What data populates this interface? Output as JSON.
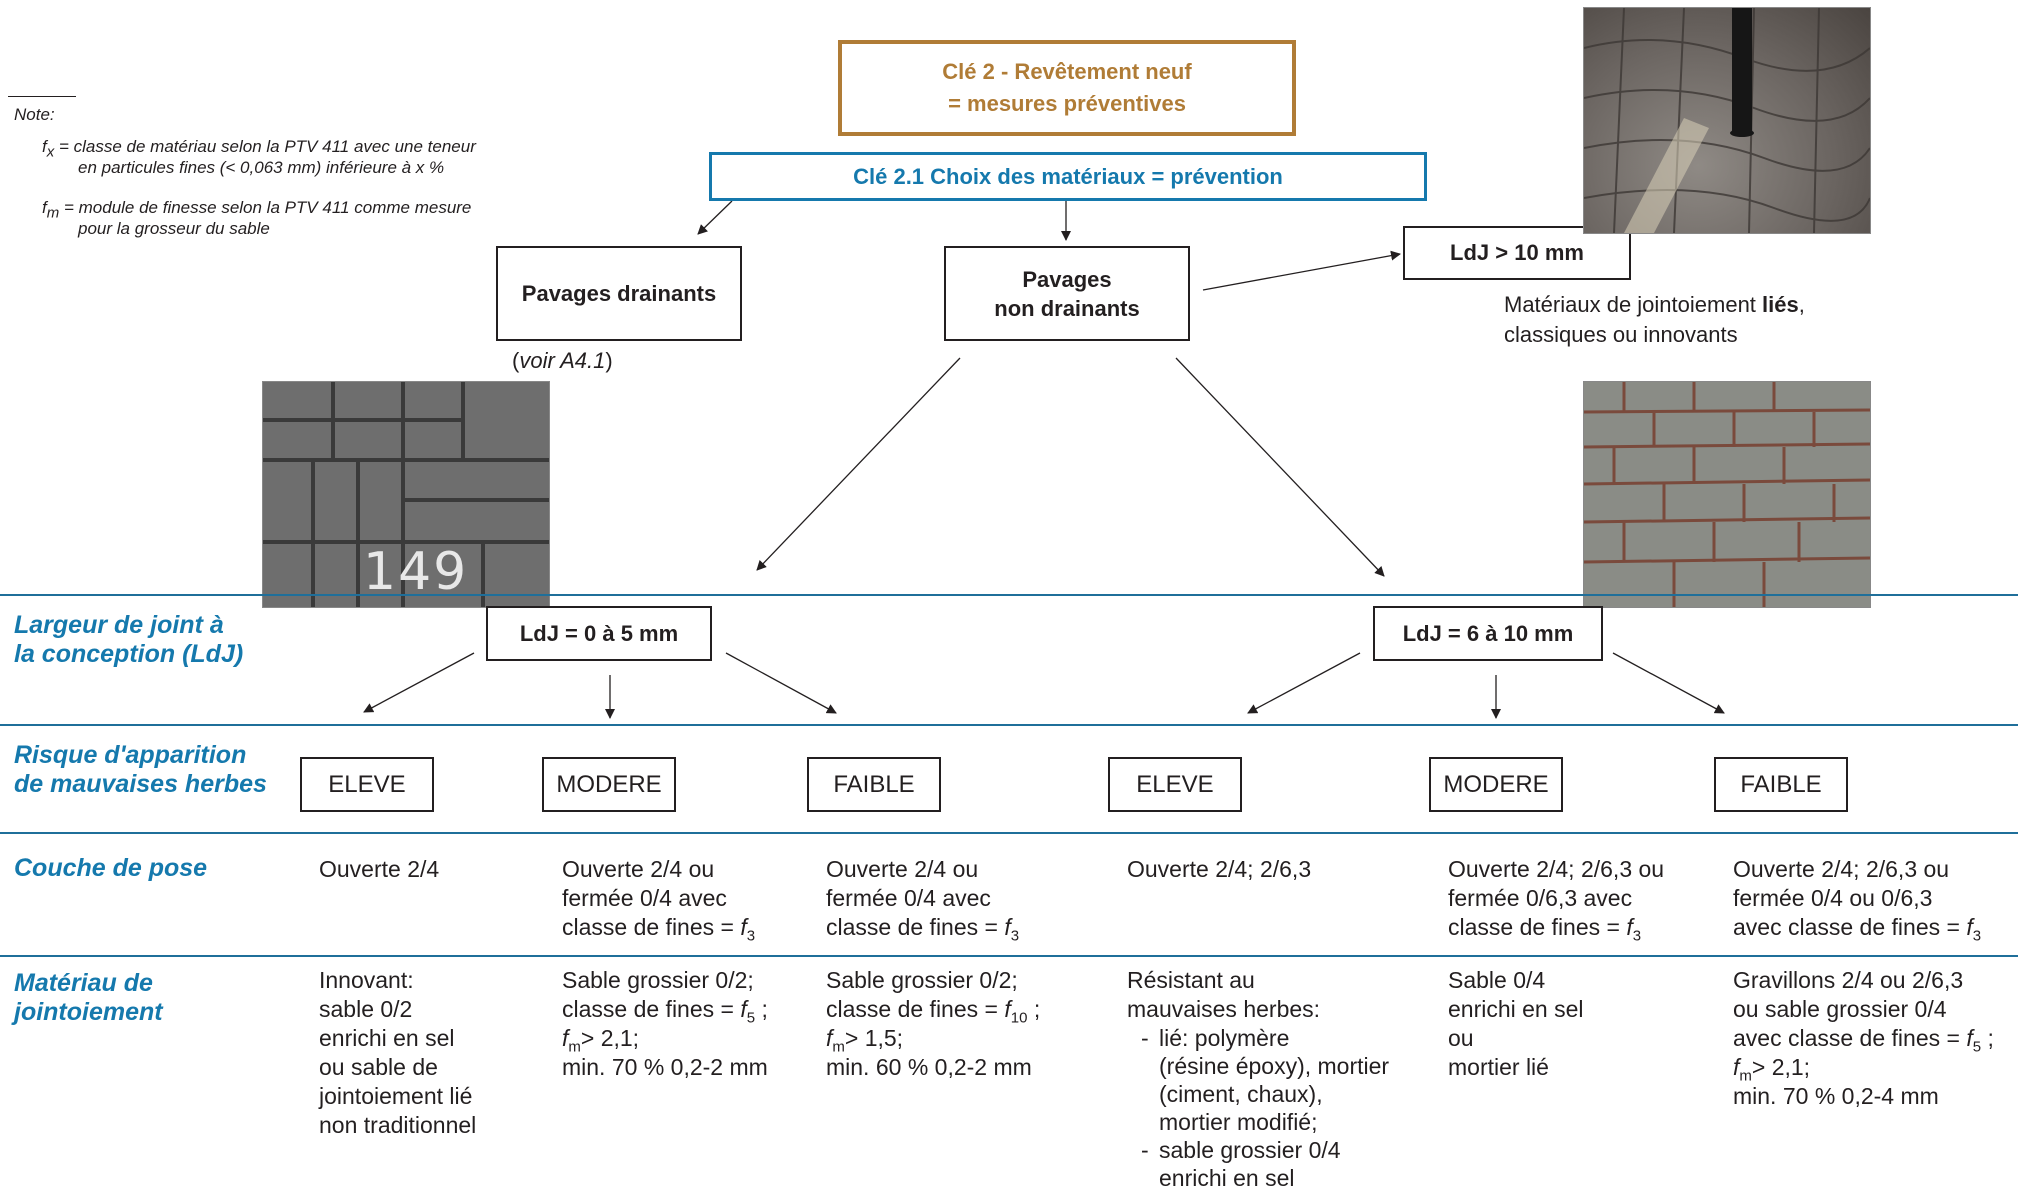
{
  "note": {
    "title": "Note:",
    "fx_line1": "= classe de matériau selon la  PTV 411 avec une teneur",
    "fx_line2": "en particules fines (< 0,063 mm) inférieure à x %",
    "fm_line1": "= module de finesse selon la  PTV 411 comme mesure",
    "fm_line2": "pour la grosseur du sable",
    "fx_symbol": "f",
    "fx_sub": "x",
    "fm_symbol": "f",
    "fm_sub": "m"
  },
  "header": {
    "key2_line1": "Clé 2 - Revêtement neuf",
    "key2_line2": "= mesures préventives",
    "key21": "Clé 2.1  Choix des matériaux = prévention"
  },
  "colors": {
    "key2_border": "#b07c36",
    "key2_text": "#b07c36",
    "key21_border": "#1579ad",
    "key21_text": "#1579ad",
    "section_line": "#1f6f9a",
    "row_label": "#1579ad"
  },
  "nodes": {
    "drainants": "Pavages drainants",
    "drainants_ref_open": "(",
    "drainants_ref_it": "voir A4.1",
    "drainants_ref_close": ")",
    "non_drainants_line1": "Pavages",
    "non_drainants_line2": "non drainants",
    "ldj_gt10": "LdJ > 10 mm",
    "ldj_gt10_desc_pre": "Matériaux de jointoiement ",
    "ldj_gt10_desc_bold": "liés",
    "ldj_gt10_desc_post": ",",
    "ldj_gt10_desc_line2": "classiques ou innovants",
    "ldj_0_5": "LdJ = 0 à 5 mm",
    "ldj_6_10": "LdJ = 6 à 10 mm",
    "photo_chalk": "149"
  },
  "rows": {
    "largeur_line1": "Largeur de joint à",
    "largeur_line2": "la conception (LdJ)",
    "risque_line1": "Risque d'apparition",
    "risque_line2": "de mauvaises herbes",
    "couche": "Couche de pose",
    "materiau_line1": "Matériau de",
    "materiau_line2": "jointoiement"
  },
  "risks": [
    "ELEVE",
    "MODERE",
    "FAIBLE",
    "ELEVE",
    "MODERE",
    "FAIBLE"
  ],
  "couche": {
    "c1": "Ouverte 2/4",
    "c2_l1": "Ouverte 2/4 ou",
    "c2_l2": "fermée 0/4 avec",
    "c2_l3": "classe de fines = ",
    "c2_f": "f",
    "c2_sub": "3",
    "c3_l1": "Ouverte 2/4 ou",
    "c3_l2": "fermée 0/4 avec",
    "c3_l3": "classe de fines = ",
    "c3_f": "f",
    "c3_sub": "3",
    "c4": "Ouverte 2/4; 2/6,3",
    "c5_l1": "Ouverte 2/4; 2/6,3 ou",
    "c5_l2": "fermée 0/6,3 avec",
    "c5_l3": "classe de fines = ",
    "c5_f": "f",
    "c5_sub": "3",
    "c6_l1": "Ouverte 2/4; 2/6,3 ou",
    "c6_l2": "fermée 0/4 ou 0/6,3",
    "c6_l3": "avec classe de fines = ",
    "c6_f": "f",
    "c6_sub": "3"
  },
  "materiau": {
    "m1": [
      "Innovant:",
      "sable 0/2",
      "enrichi en sel",
      "ou sable de",
      "jointoiement lié",
      "non traditionnel"
    ],
    "m2_l1": "Sable grossier 0/2;",
    "m2_l2": "classe de fines = ",
    "m2_f": "f",
    "m2_sub": "5",
    "m2_l2_end": " ;",
    "m2_fm": "f",
    "m2_fm_sub": "m",
    "m2_l3": "> 2,1;",
    "m2_l4": "min. 70 % 0,2-2 mm",
    "m3_l1": "Sable grossier 0/2;",
    "m3_l2": "classe de fines = ",
    "m3_f": "f",
    "m3_sub": "10",
    "m3_l2_end": " ;",
    "m3_fm": "f",
    "m3_fm_sub": "m",
    "m3_l3": "> 1,5;",
    "m3_l4": "min. 60 % 0,2-2 mm",
    "m4_l1": "Résistant au",
    "m4_l2": "mauvaises herbes:",
    "m4_li1": [
      "lié: polymère",
      "(résine époxy), mortier",
      "(ciment, chaux),",
      "mortier modifié;"
    ],
    "m4_li2": [
      "sable grossier 0/4",
      "enrichi en sel"
    ],
    "m5": [
      "Sable 0/4",
      "enrichi en sel",
      "ou",
      "mortier lié"
    ],
    "m6_l1": "Gravillons 2/4 ou 2/6,3",
    "m6_l2": "ou sable grossier 0/4",
    "m6_l3": "avec classe de fines = ",
    "m6_f": "f",
    "m6_sub": "5",
    "m6_l3_end": " ;",
    "m6_fm": "f",
    "m6_fm_sub": "m",
    "m6_l4": "> 2,1;",
    "m6_l5": "min. 70 % 0,2-4 mm"
  }
}
